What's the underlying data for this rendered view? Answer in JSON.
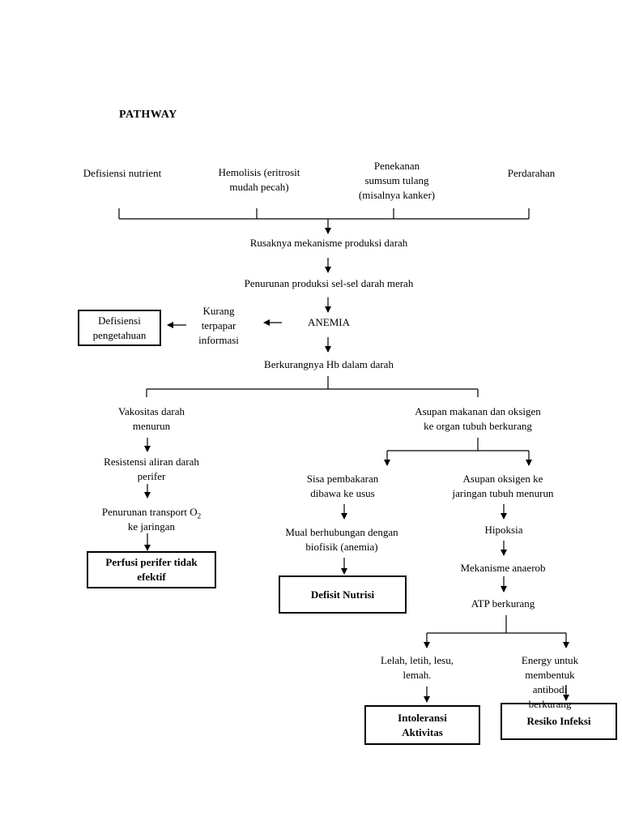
{
  "title": "PATHWAY",
  "causes": {
    "nutrient": "Defisiensi nutrient",
    "hemolisis": "Hemolisis (eritrosit\nmudah pecah)",
    "penekanan": "Penekanan\nsumsum tulang\n(misalnya kanker)",
    "perdarahan": "Perdarahan"
  },
  "main": {
    "rusaknya": "Rusaknya mekanisme produksi darah",
    "penurunan_produksi": "Penurunan produksi sel-sel darah merah",
    "anemia": "ANEMIA",
    "kurang_terpapar": "Kurang\nterpapar\ninformasi",
    "berkurangnya_hb": "Berkurangnya Hb dalam darah"
  },
  "left_branch": {
    "vakositas": "Vakositas darah\nmenurun",
    "resistensi": "Resistensi aliran darah\nperifer",
    "transport_prefix": "Penurunan transport O",
    "transport_sub": "2",
    "transport_suffix": "ke jaringan"
  },
  "right_branch": {
    "asupan": "Asupan makanan dan oksigen\nke organ tubuh berkurang",
    "sisa": "Sisa pembakaran\ndibawa ke usus",
    "mual": "Mual berhubungan dengan\nbiofisik (anemia)",
    "asupan_oksigen": "Asupan oksigen ke\njaringan tubuh menurun",
    "hipoksia": "Hipoksia",
    "anaerob": "Mekanisme anaerob",
    "atp": "ATP berkurang",
    "lelah": "Lelah, letih, lesu,\nlemah.",
    "energy": "Energy untuk membentuk\nantibodi berkurang"
  },
  "diagnoses": {
    "pengetahuan": "Defisiensi\npengetahuan",
    "perfusi": "Perfusi perifer tidak\nefektif",
    "nutrisi": "Defisit Nutrisi",
    "intoleransi": "Intoleransi\nAktivitas",
    "infeksi": "Resiko Infeksi"
  }
}
